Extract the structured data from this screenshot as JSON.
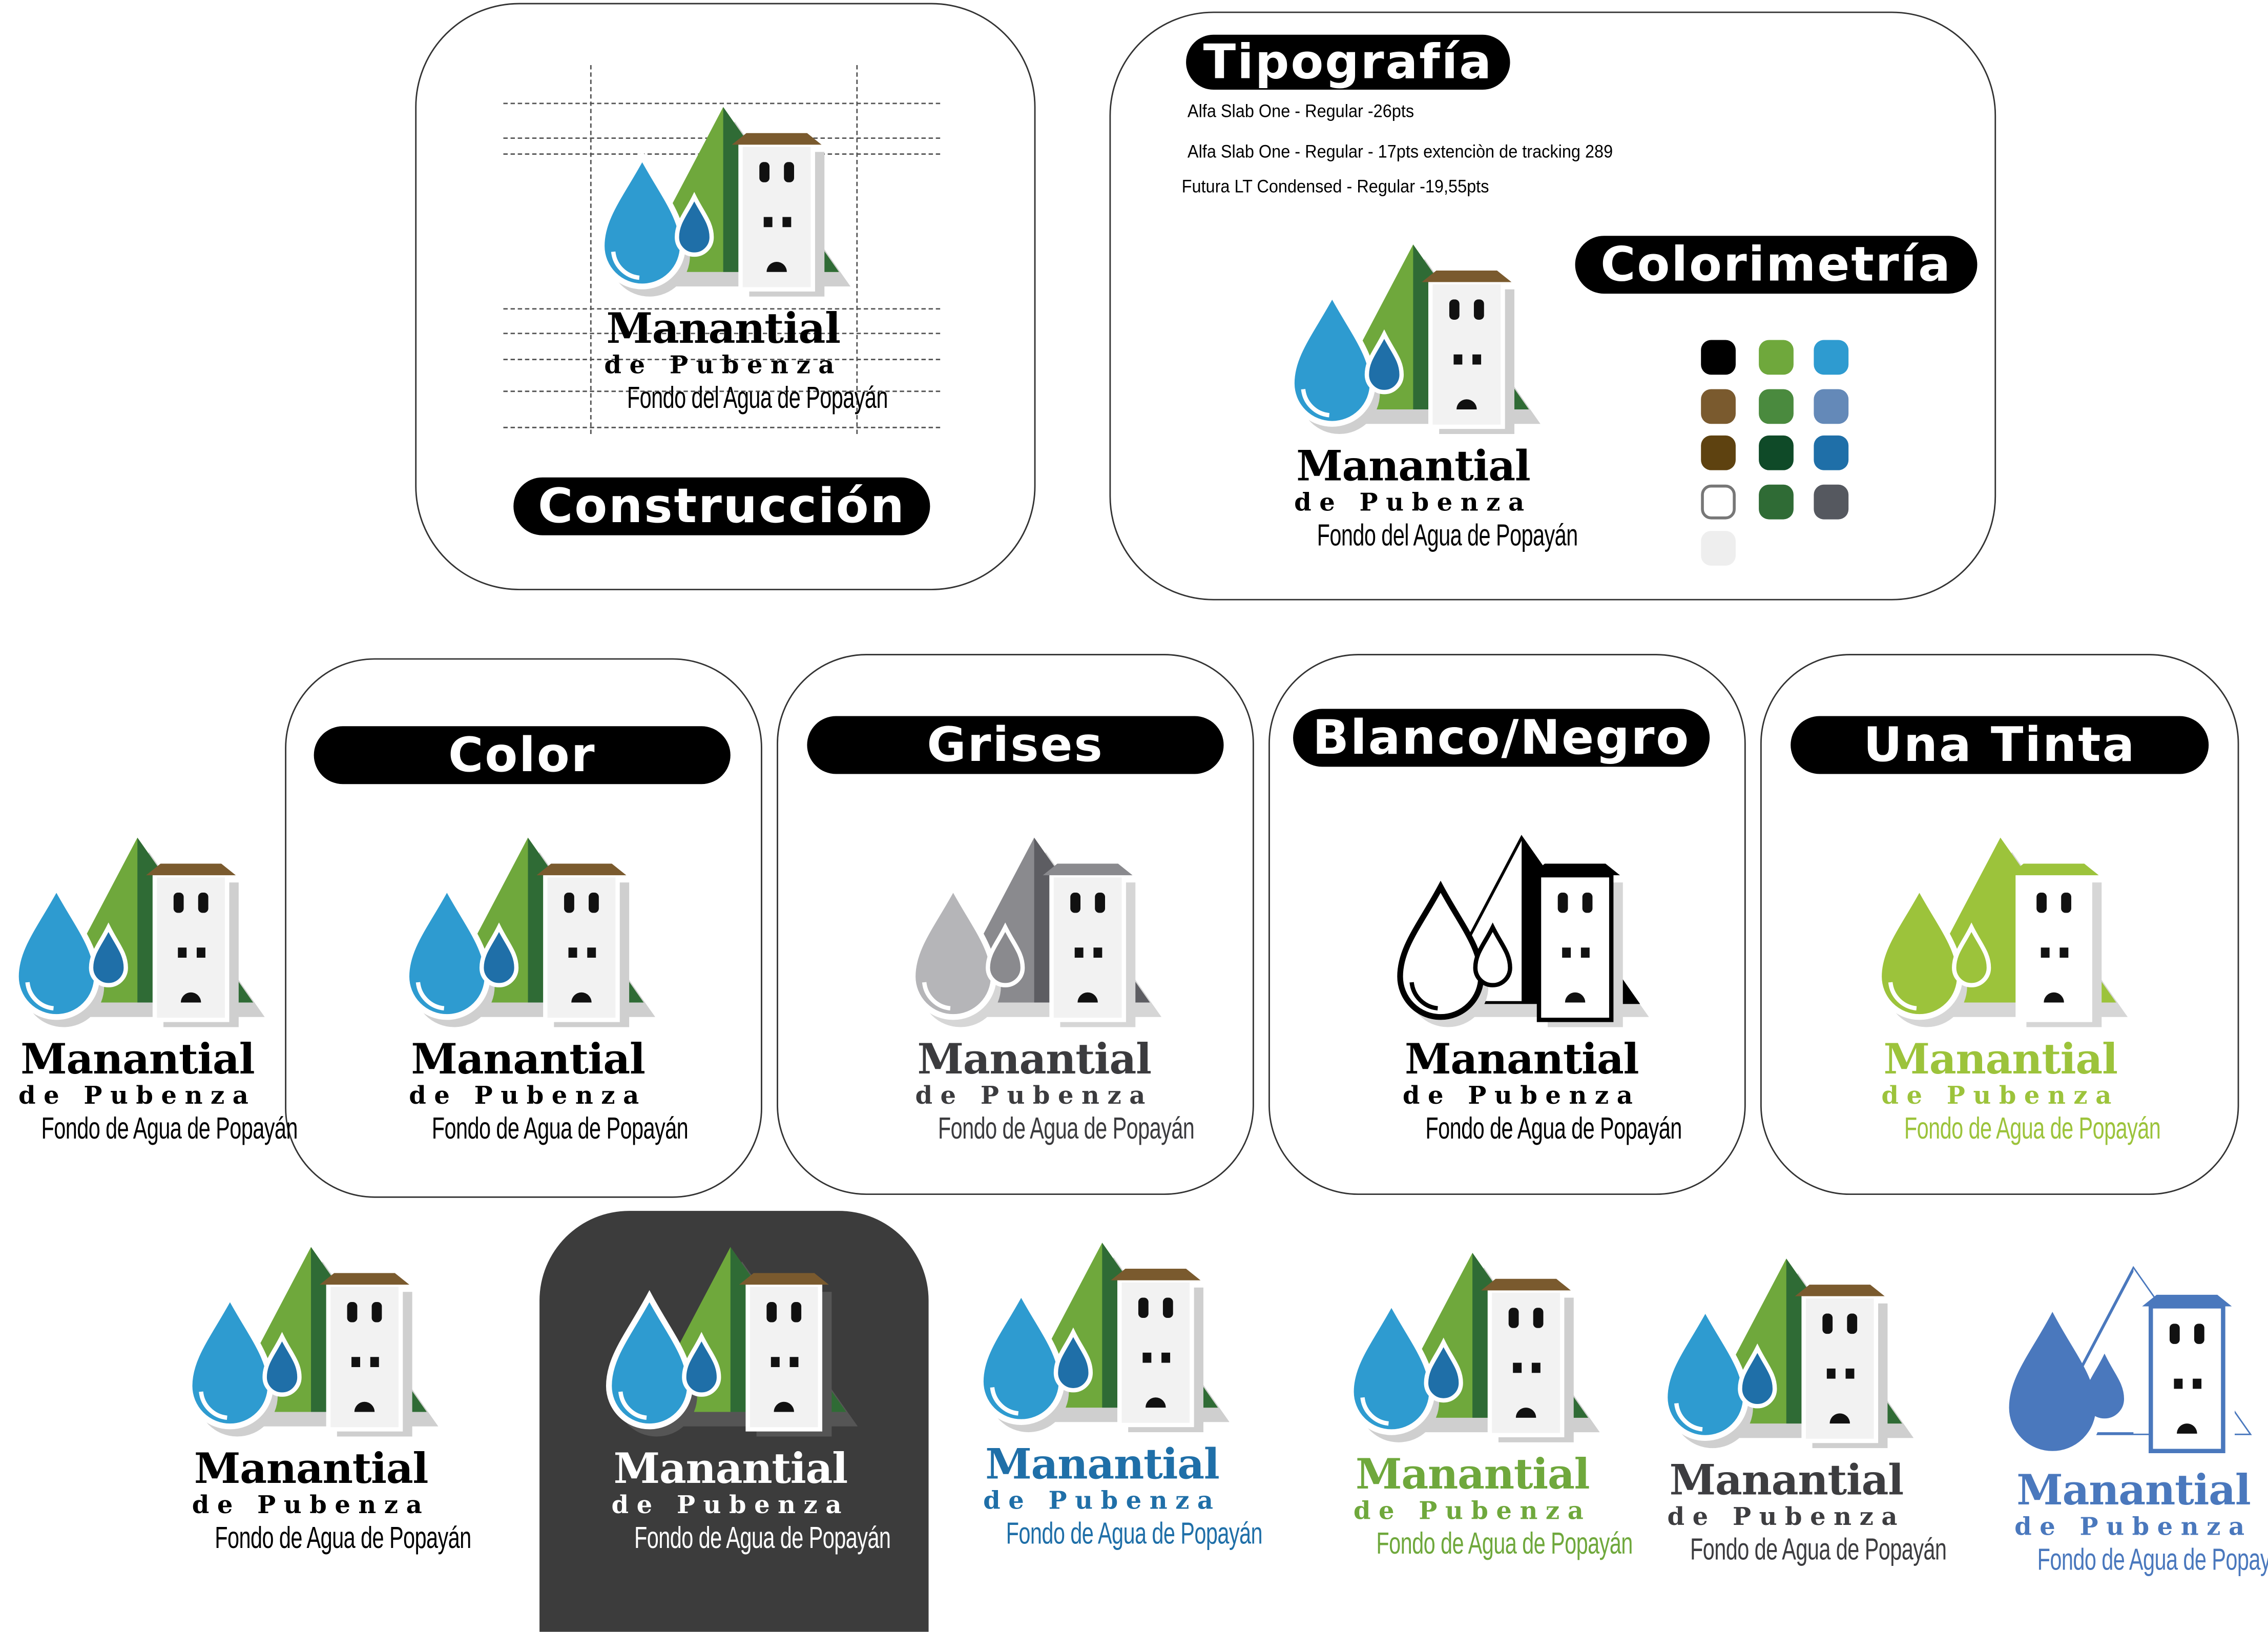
{
  "sections": {
    "construccion": "Construcción",
    "tipografia": "Tipografía",
    "colorimetria": "Colorimetría",
    "color": "Color",
    "grises": "Grises",
    "blanco_negro": "Blanco/Negro",
    "una_tinta": "Una Tinta"
  },
  "typography": [
    "Alfa Slab One - Regular -26pts",
    "Alfa Slab One - Regular - 17pts extenciòn de tracking  289",
    "Futura LT Condensed - Regular -19,55pts"
  ],
  "palette": [
    "#000000",
    "#6fa83c",
    "#2e9bd0",
    "#7a5a2e",
    "#4a8a3e",
    "#6489b8",
    "#5e4210",
    "#0f4a28",
    "#1f6fa8",
    "#ffffff",
    "#2f6b35",
    "#55585f",
    "#eeeeee"
  ],
  "logo_text": {
    "name": "Manantial",
    "sub": "de Pubenza",
    "tagline": "Fondo de Agua de Popayán",
    "tagline_construction": "Fondo del Agua de Popayán"
  },
  "variants": {
    "color": {
      "light": "#6fa83c",
      "dark": "#2f6b35",
      "drop": "#2e9bd0",
      "drop2": "#1f6fa8",
      "tower": "#f2f2f2",
      "roof": "#7a5a2e",
      "shadow": "#cfcfcf",
      "stroke": "#ffffff",
      "text1": "#000000",
      "text2": "#000000",
      "text3": "#000000"
    },
    "grises": {
      "light": "#8a8a8e",
      "dark": "#5d5d62",
      "drop": "#b5b5b8",
      "drop2": "#8a8a8e",
      "tower": "#f2f2f2",
      "roof": "#8a8a8e",
      "shadow": "#d6d6d6",
      "stroke": "#ffffff",
      "text1": "#3b3b3e",
      "text2": "#3b3b3e",
      "text3": "#3b3b3e"
    },
    "bn": {
      "light": "#ffffff",
      "dark": "#000000",
      "drop": "#ffffff",
      "drop2": "#ffffff",
      "tower": "#ffffff",
      "roof": "#000000",
      "shadow": "#d6d6d6",
      "stroke": "#000000",
      "text1": "#000000",
      "text2": "#000000",
      "text3": "#000000"
    },
    "tinta": {
      "light": "#9cc33b",
      "dark": "#9cc33b",
      "drop": "#9cc33b",
      "drop2": "#9cc33b",
      "tower": "#ffffff",
      "roof": "#9cc33b",
      "shadow": "#d6d6d6",
      "stroke": "#ffffff",
      "text1": "#9cc33b",
      "text2": "#9cc33b",
      "text3": "#9cc33b"
    },
    "dark": {
      "light": "#6fa83c",
      "dark": "#2f6b35",
      "drop": "#2e9bd0",
      "drop2": "#1f6fa8",
      "tower": "#f2f2f2",
      "roof": "#7a5a2e",
      "shadow": "#555555",
      "stroke": "#ffffff",
      "text1": "#ffffff",
      "text2": "#ffffff",
      "text3": "#ffffff"
    },
    "blue": {
      "light": "#6fa83c",
      "dark": "#2f6b35",
      "drop": "#2e9bd0",
      "drop2": "#1f6fa8",
      "tower": "#f2f2f2",
      "roof": "#7a5a2e",
      "shadow": "#cfcfcf",
      "stroke": "#ffffff",
      "text1": "#1f6fa8",
      "text2": "#1f6fa8",
      "text3": "#1f6fa8"
    },
    "green": {
      "light": "#6fa83c",
      "dark": "#2f6b35",
      "drop": "#2e9bd0",
      "drop2": "#1f6fa8",
      "tower": "#f2f2f2",
      "roof": "#7a5a2e",
      "shadow": "#cfcfcf",
      "stroke": "#ffffff",
      "text1": "#6fa83c",
      "text2": "#6fa83c",
      "text3": "#6fa83c"
    },
    "gray": {
      "light": "#6fa83c",
      "dark": "#2f6b35",
      "drop": "#2e9bd0",
      "drop2": "#1f6fa8",
      "tower": "#f2f2f2",
      "roof": "#7a5a2e",
      "shadow": "#cfcfcf",
      "stroke": "#ffffff",
      "text1": "#3d3d40",
      "text2": "#3d3d40",
      "text3": "#3d3d40"
    },
    "bluetint": {
      "light": "#ffffff",
      "dark": "#ffffff",
      "drop": "#4a78bd",
      "drop2": "#4a78bd",
      "tower": "#ffffff",
      "roof": "#4a78bd",
      "shadow": "#ffffff",
      "stroke": "#4a78bd",
      "text1": "#4a78bd",
      "text2": "#4a78bd",
      "text3": "#4a78bd"
    }
  }
}
